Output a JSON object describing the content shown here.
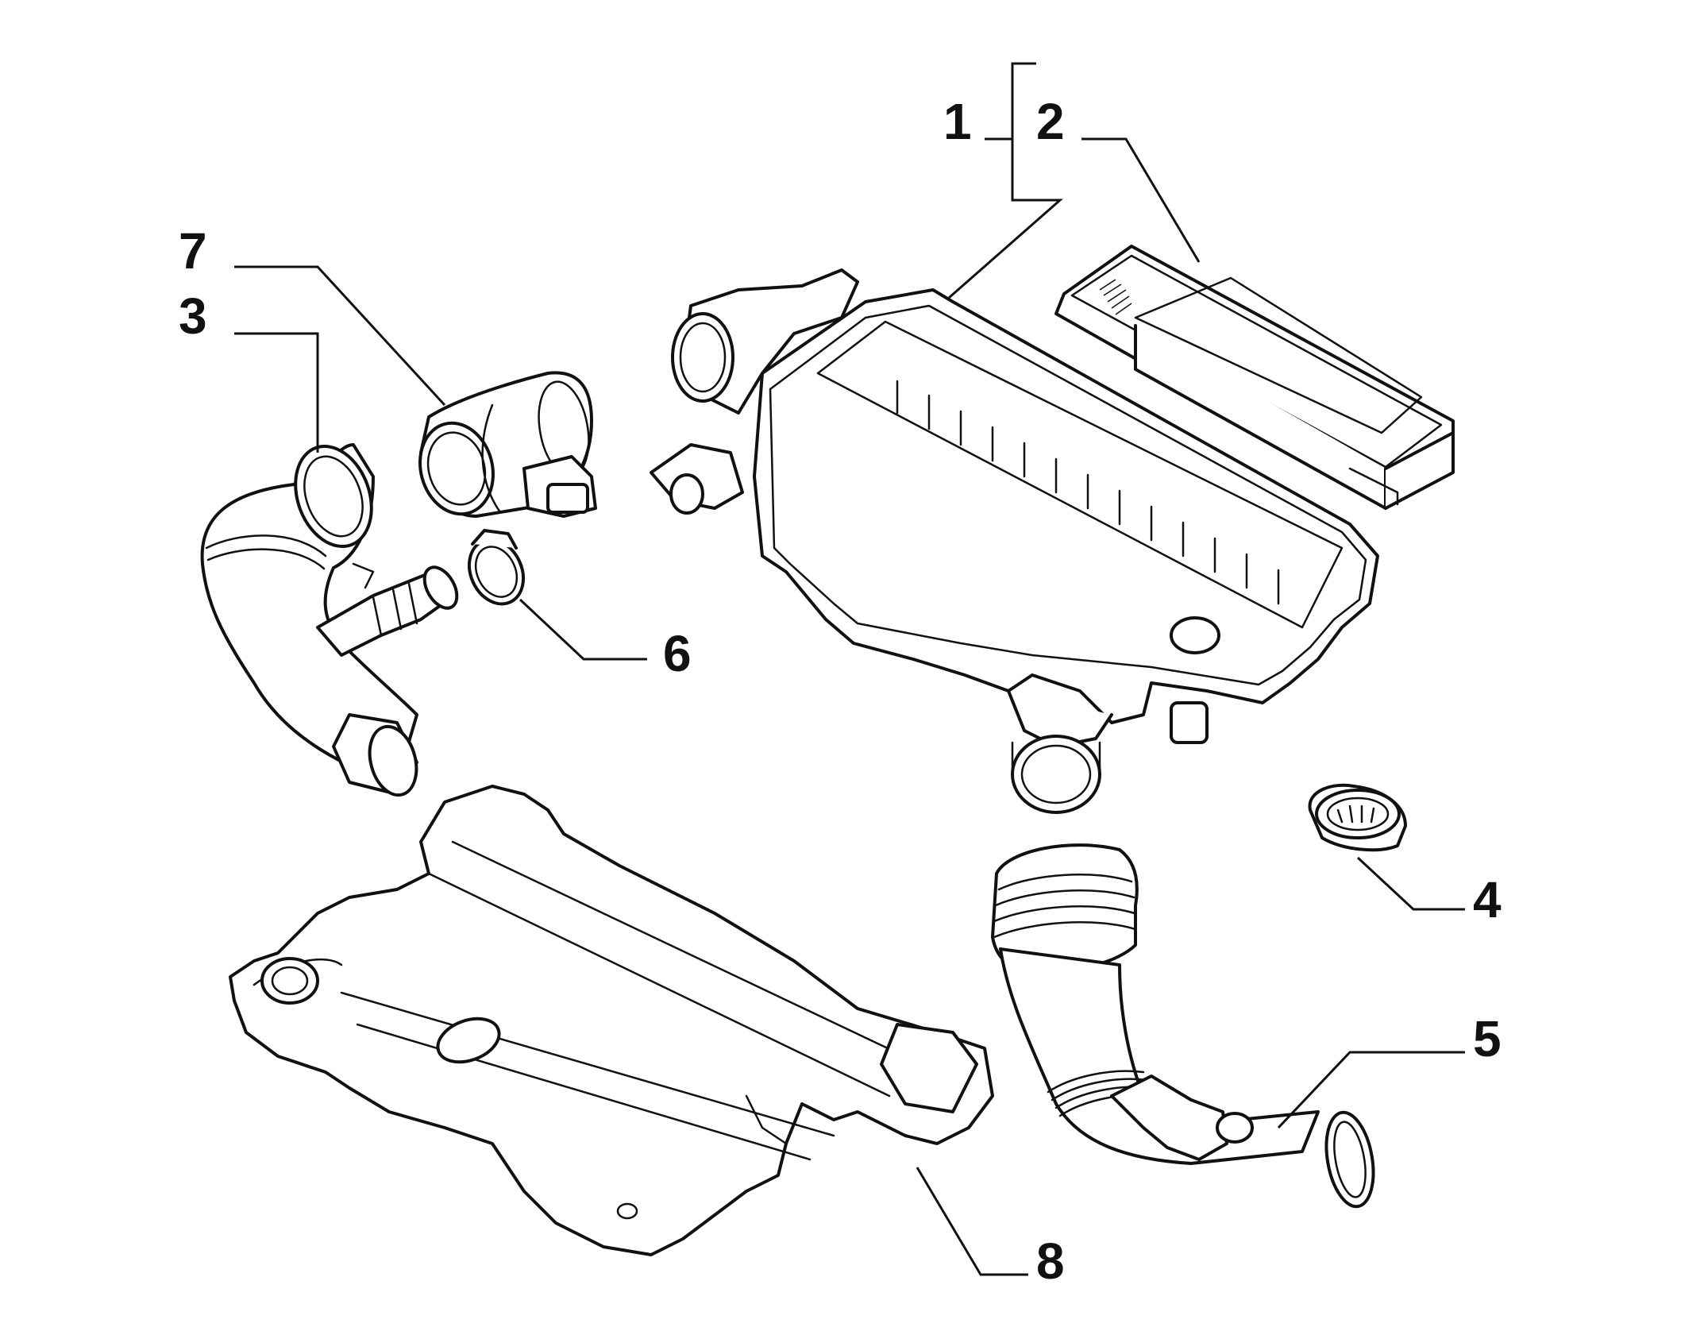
{
  "diagram": {
    "callouts": [
      {
        "id": "1",
        "label": "1"
      },
      {
        "id": "2",
        "label": "2"
      },
      {
        "id": "3",
        "label": "3"
      },
      {
        "id": "4",
        "label": "4"
      },
      {
        "id": "5",
        "label": "5"
      },
      {
        "id": "6",
        "label": "6"
      },
      {
        "id": "7",
        "label": "7"
      },
      {
        "id": "8",
        "label": "8"
      }
    ],
    "colors": {
      "line": "#111111",
      "background": "#ffffff"
    }
  }
}
